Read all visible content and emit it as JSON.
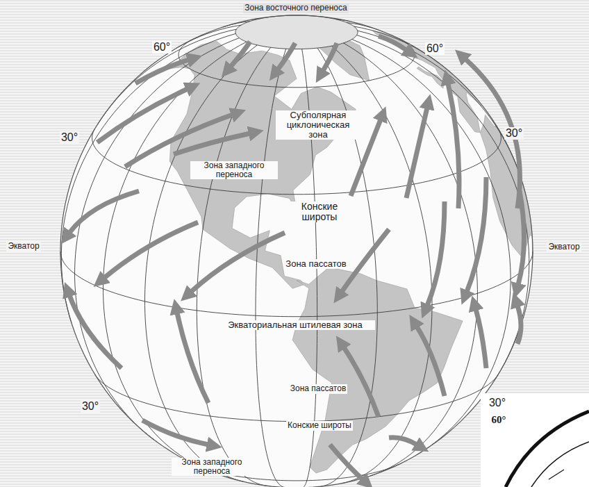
{
  "diagram": {
    "labels": [
      "Зона восточного переноса",
      "60°",
      "60°",
      "Субполярная циклоническая зона",
      "30°",
      "30°",
      "Зона западного переноса",
      "Конские широты",
      "Экватор",
      "Экватор",
      "Зона пассатов",
      "Экваториальная штилевая зона",
      "Зона пассатов",
      "30°",
      "30°",
      "Конские широты",
      "Зона западного переноса",
      "60°"
    ]
  }
}
